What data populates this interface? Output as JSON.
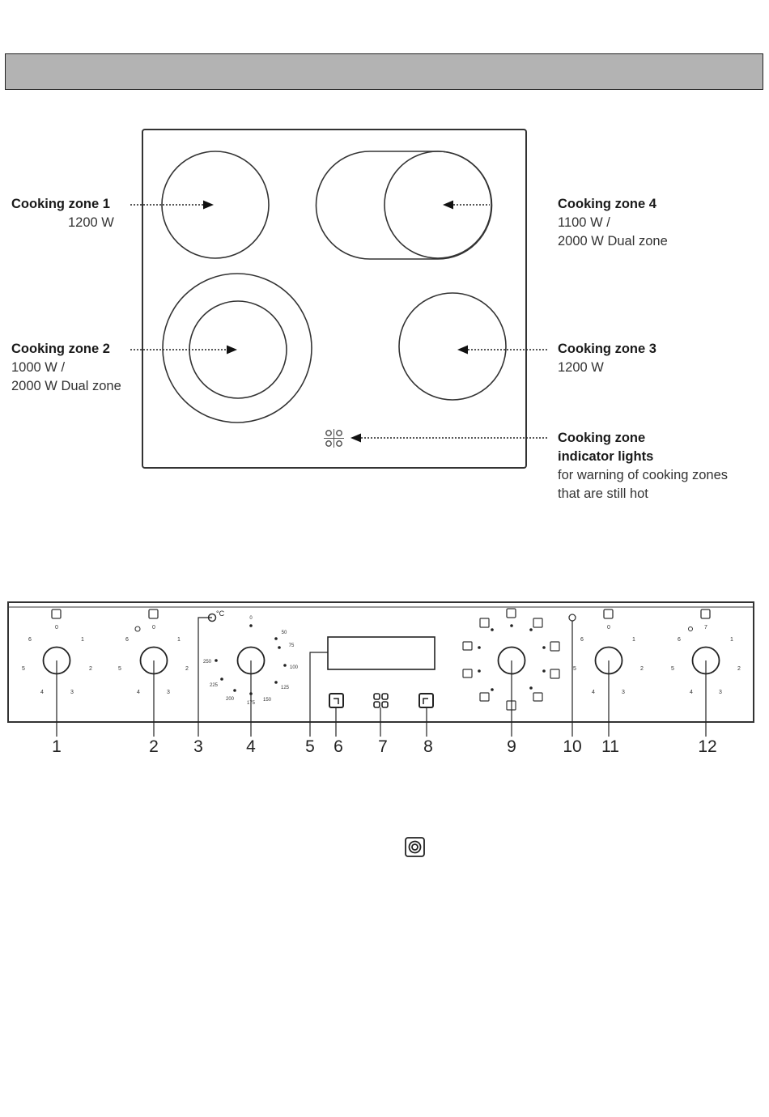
{
  "zones": [
    {
      "id": "z1",
      "title": "Cooking zone 1",
      "lines": [
        "1200 W"
      ]
    },
    {
      "id": "z2",
      "title": "Cooking zone 2",
      "lines": [
        "1000 W /",
        "2000 W Dual zone"
      ]
    },
    {
      "id": "z3",
      "title": "Cooking zone 3",
      "lines": [
        "1200 W"
      ]
    },
    {
      "id": "z4",
      "title": "Cooking zone 4",
      "lines": [
        "1100 W /",
        "2000 W Dual zone"
      ]
    },
    {
      "id": "z5",
      "title_lines": [
        "Cooking zone",
        "indicator lights"
      ],
      "lines": [
        "for warning of cooking zones",
        "that are still hot"
      ]
    }
  ],
  "panel_numbers": [
    "1",
    "2",
    "3",
    "4",
    "5",
    "6",
    "7",
    "8",
    "9",
    "10",
    "11",
    "12"
  ],
  "knob_scale_1": [
    "0",
    "1",
    "2",
    "3",
    "4",
    "5",
    "6"
  ],
  "knob_scale_2": [
    "0",
    "1",
    "2",
    "3",
    "4",
    "5",
    "6"
  ],
  "knob_scale_11": [
    "0",
    "1",
    "2",
    "3",
    "4",
    "5",
    "6"
  ],
  "knob_scale_12": [
    "7",
    "1",
    "2",
    "3",
    "4",
    "5",
    "6"
  ],
  "thermo_scale": [
    "0",
    "50",
    "75",
    "100",
    "125",
    "150",
    "175",
    "200",
    "225",
    "250"
  ],
  "thermo_unit": "°C"
}
